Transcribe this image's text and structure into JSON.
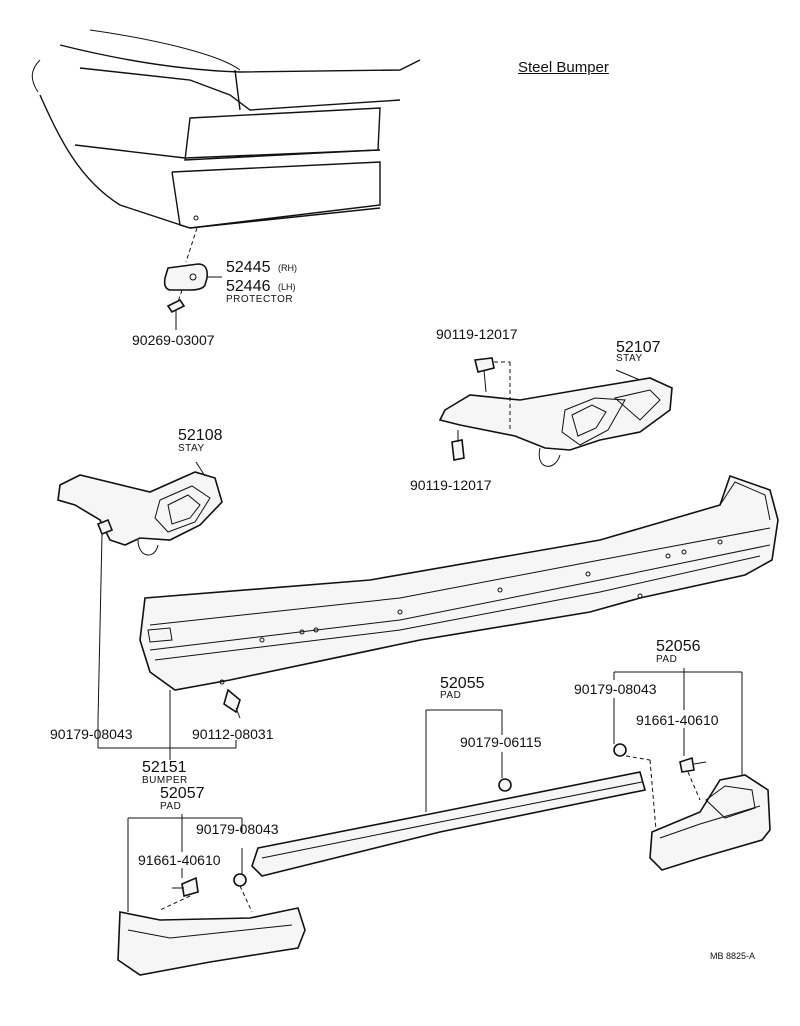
{
  "title": "Steel Bumper",
  "figure_code": "MB  8825-A",
  "labels": {
    "protector_rh_no": "52445",
    "protector_rh_side": "(RH)",
    "protector_lh_no": "52446",
    "protector_lh_side": "(LH)",
    "protector_name": "PROTECTOR",
    "screw_protector": "90269-03007",
    "bolt_stay_rh_top": "90119-12017",
    "stay_rh_no": "52107",
    "stay_rh_name": "STAY",
    "bolt_stay_rh_bottom": "90119-12017",
    "stay_lh_no": "52108",
    "stay_lh_name": "STAY",
    "pad_rh_no": "52056",
    "pad_rh_name": "PAD",
    "nut_pad_rh": "90179-08043",
    "screw_pad_rh": "91661-40610",
    "pad_center_no": "52055",
    "pad_center_name": "PAD",
    "nut_pad_center": "90179-06115",
    "nut_bumper": "90179-08043",
    "bolt_bumper": "90112-08031",
    "bumper_no": "52151",
    "bumper_name": "BUMPER",
    "pad_lh_no": "52057",
    "pad_lh_name": "PAD",
    "nut_pad_lh": "90179-08043",
    "screw_pad_lh": "91661-40610"
  }
}
